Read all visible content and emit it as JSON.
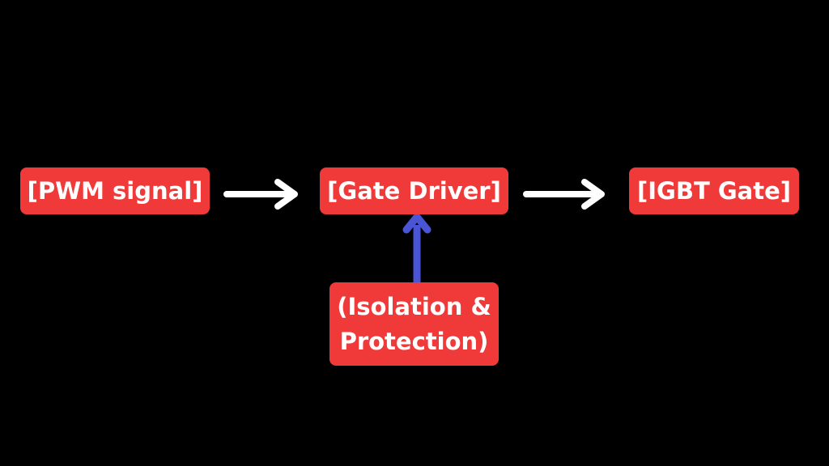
{
  "nodes": {
    "pwm": "[PWM signal]",
    "gate_driver": "[Gate Driver]",
    "igbt": "[IGBT Gate]",
    "isolation_line1": "(Isolation &",
    "isolation_line2": "Protection)"
  },
  "colors": {
    "background": "#000000",
    "node_fill": "#f03a3a",
    "node_text": "#ffffff",
    "flow_arrow": "#ffffff",
    "feedback_arrow": "#4a55d6"
  }
}
